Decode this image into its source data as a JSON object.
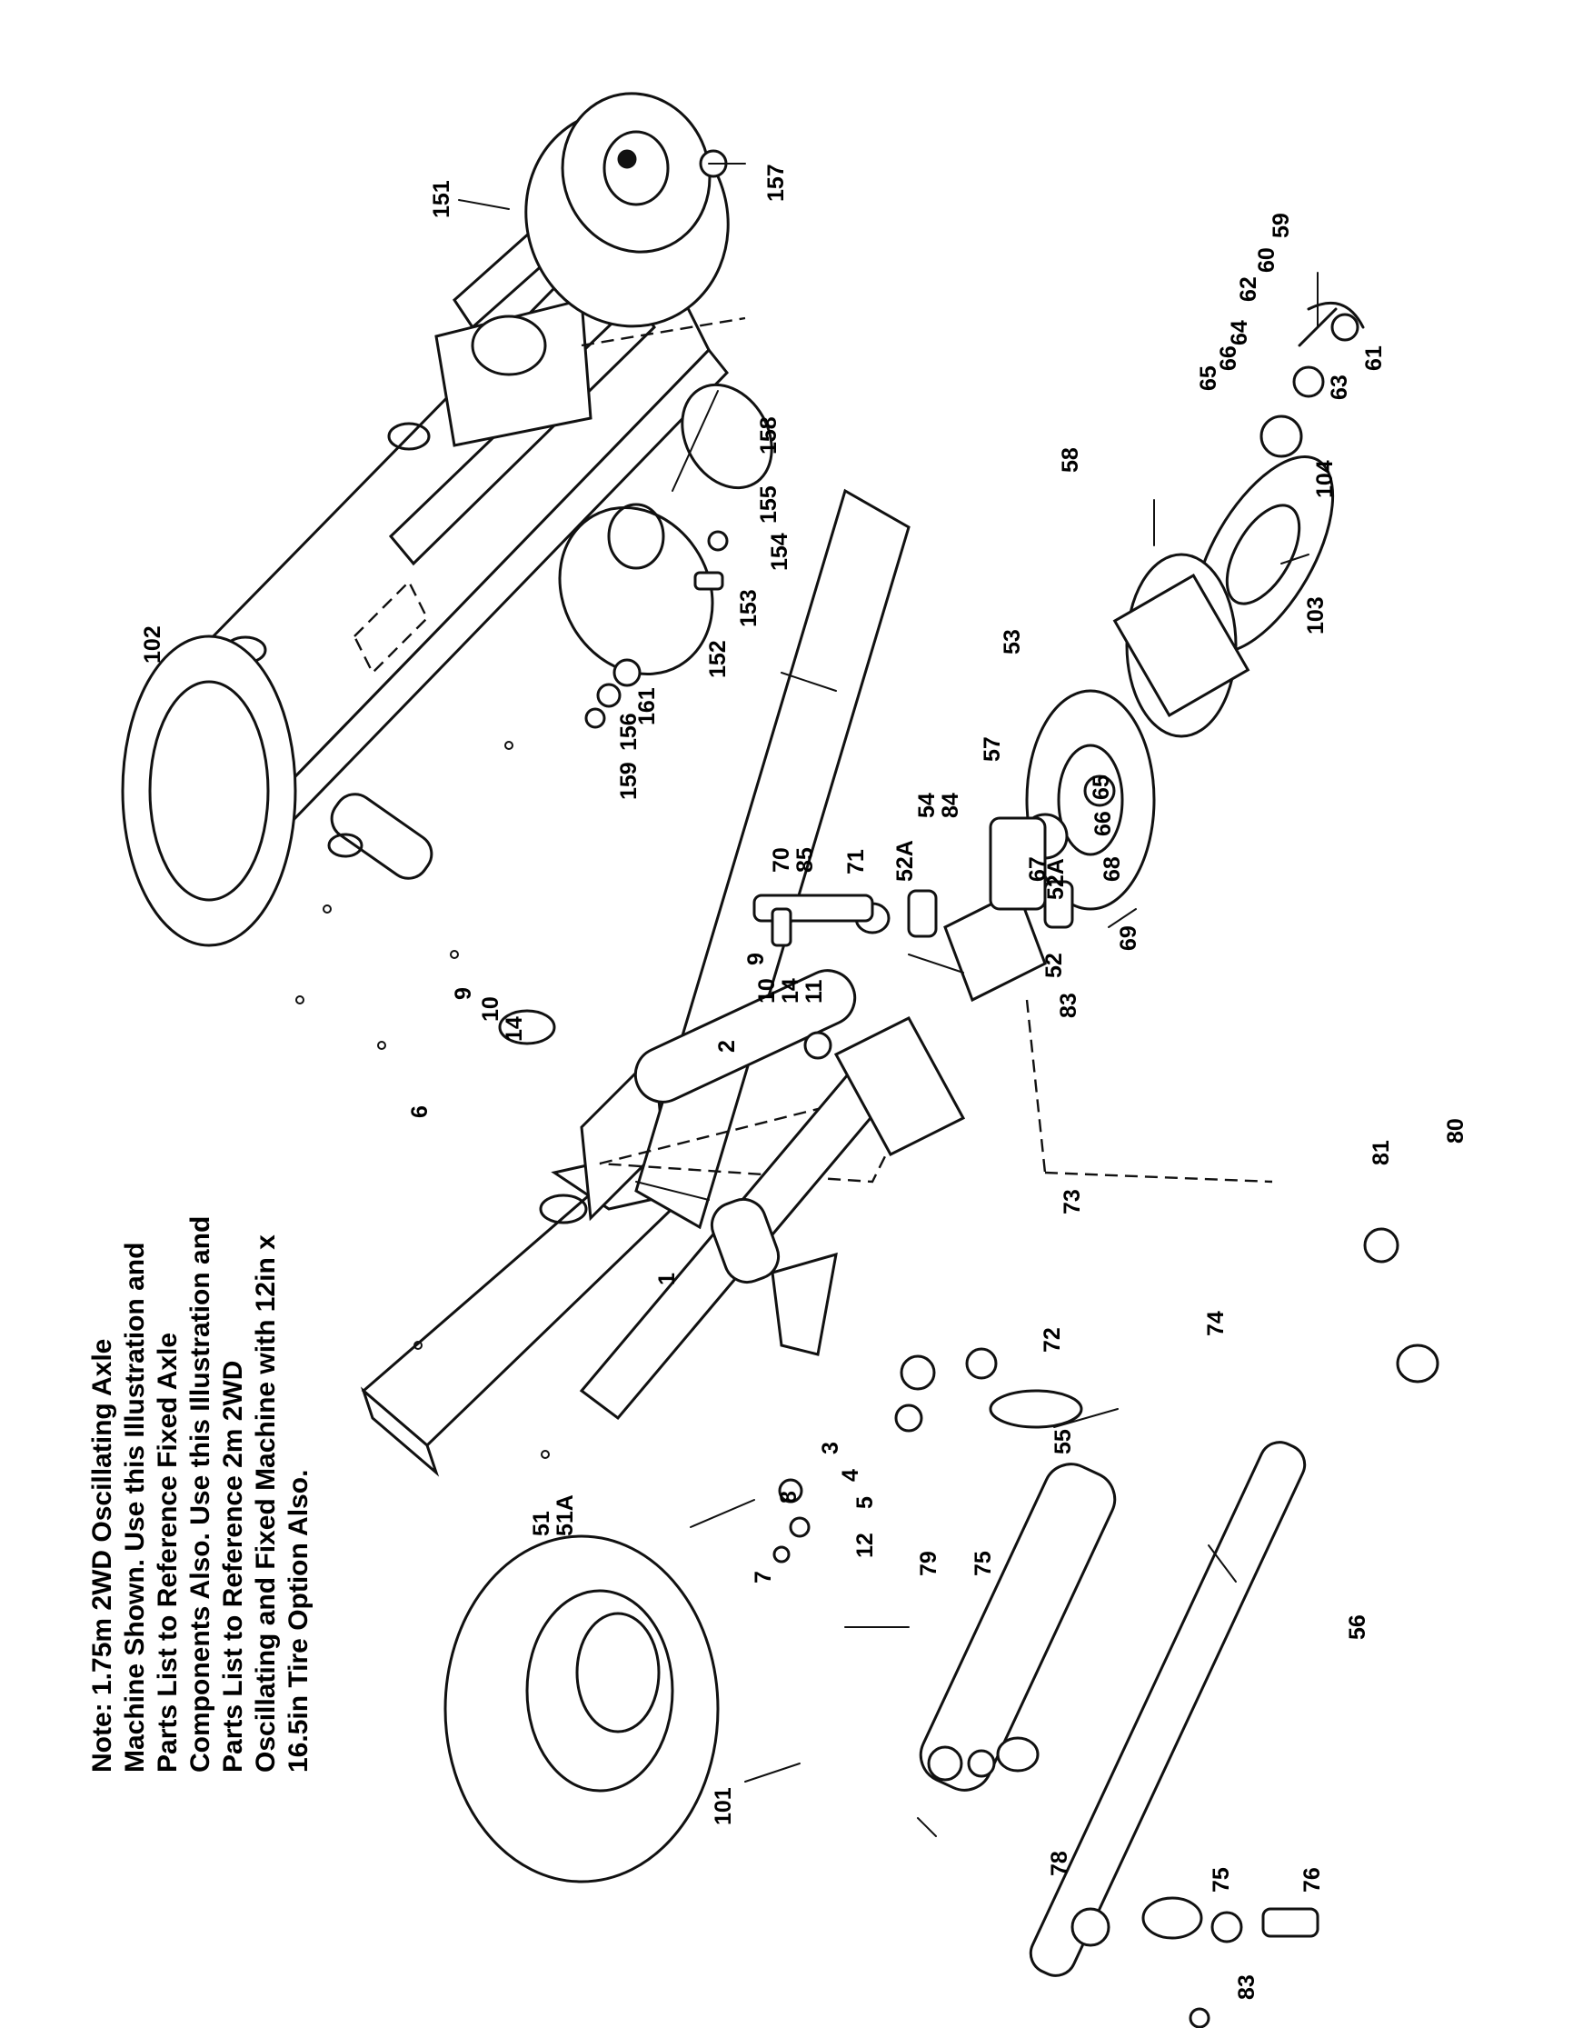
{
  "note": {
    "lines": [
      "Note: 1.75m 2WD Oscillating Axle",
      "Machine Shown. Use this Illustration and",
      "Parts List to Reference Fixed Axle",
      "Components Also. Use this Illustration and",
      "Parts List to Reference 2m 2WD",
      "Oscillating and Fixed Machine with 12in x",
      "16.5in Tire Option Also."
    ]
  },
  "callouts": {
    "c151": "151",
    "c157": "157",
    "c102": "102",
    "c59": "59",
    "c60": "60",
    "c62": "62",
    "c61": "61",
    "c58": "58",
    "c65a": "65",
    "c66a": "66",
    "c64": "64",
    "c63": "63",
    "c104": "104",
    "c103": "103",
    "c158": "158",
    "c155": "155",
    "c154": "154",
    "c153": "153",
    "c152": "152",
    "c161": "161",
    "c156": "156",
    "c159": "159",
    "c53": "53",
    "c57": "57",
    "c65b": "65",
    "c66b": "66",
    "c67": "67",
    "c54": "54",
    "c84": "84",
    "c70": "70",
    "c85": "85",
    "c71": "71",
    "c52Aa": "52A",
    "c52Ab": "52A",
    "c68": "68",
    "c69": "69",
    "c52": "52",
    "c83a": "83",
    "c9a": "9",
    "c10a": "10",
    "c14a": "14",
    "c11": "11",
    "c9b": "9",
    "c10b": "10",
    "c14b": "14",
    "c6": "6",
    "c2": "2",
    "c1": "1",
    "c80": "80",
    "c81": "81",
    "c73": "73",
    "c72": "72",
    "c74": "74",
    "c55": "55",
    "c3": "3",
    "c4": "4",
    "c5": "5",
    "c8": "8",
    "c12": "12",
    "c7": "7",
    "c51": "51",
    "c51A": "51A",
    "c79": "79",
    "c75a": "75",
    "c56": "56",
    "c101": "101",
    "c78": "78",
    "c75b": "75",
    "c76": "76",
    "c83b": "83"
  }
}
